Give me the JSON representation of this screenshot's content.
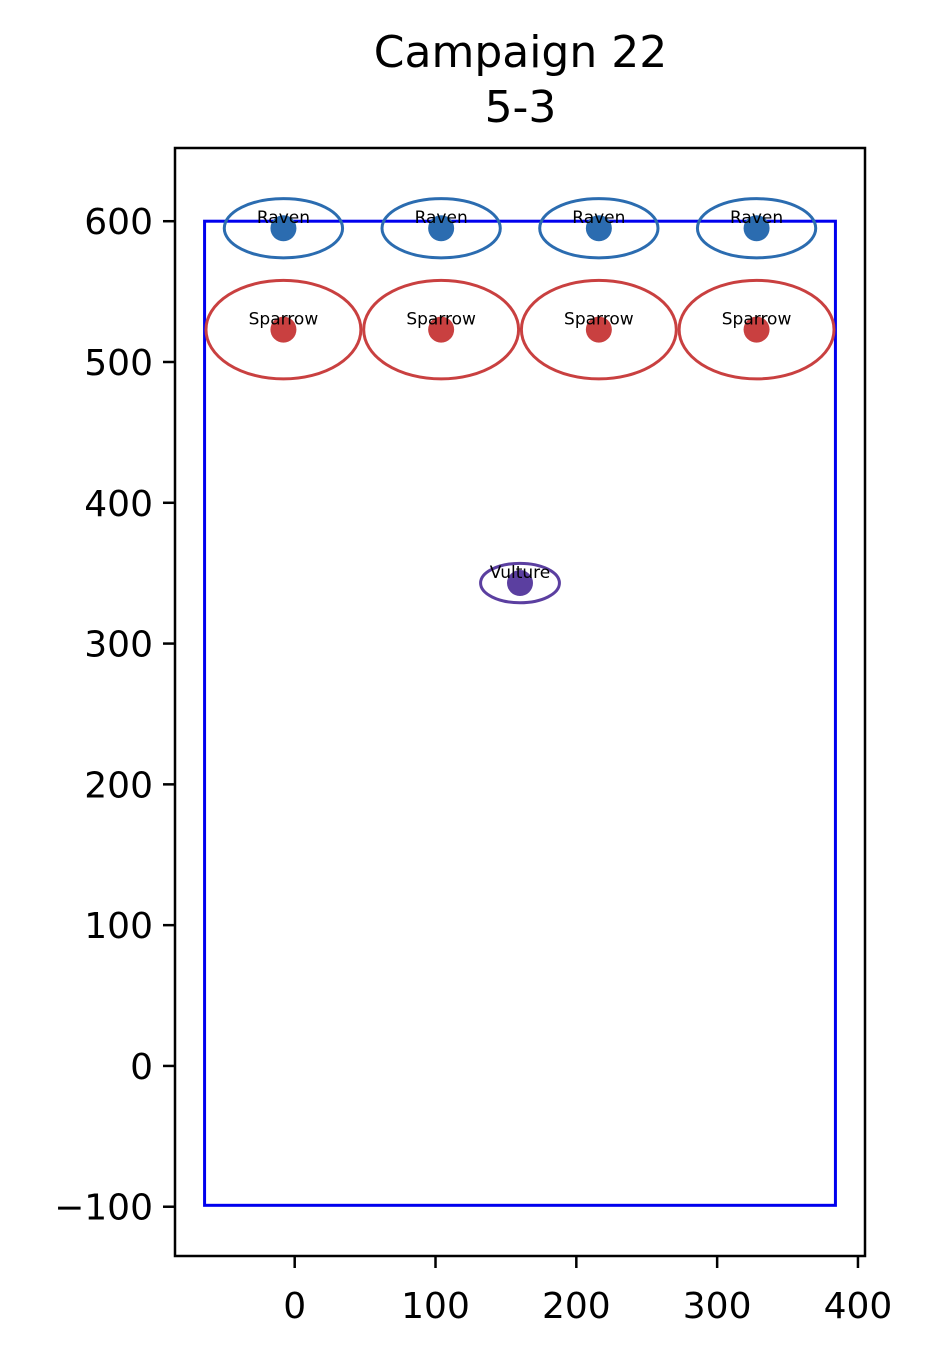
{
  "chart_data": {
    "type": "scatter",
    "title": "Campaign 22",
    "subtitle": "5-3",
    "xlim": [
      -85,
      405
    ],
    "ylim": [
      -135,
      652
    ],
    "xticks": [
      0,
      100,
      200,
      300,
      400
    ],
    "yticks": [
      -100,
      0,
      100,
      200,
      300,
      400,
      500,
      600
    ],
    "xtick_labels": [
      "0",
      "100",
      "200",
      "300",
      "400"
    ],
    "ytick_labels": [
      "−100",
      "0",
      "100",
      "200",
      "300",
      "400",
      "500",
      "600"
    ],
    "grid": false,
    "boundary": {
      "x_min": -64,
      "x_max": 384,
      "y_min": -99,
      "y_max": 600,
      "color": "#0000ee"
    },
    "points": [
      {
        "label": "Raven",
        "x": -8,
        "y": 595,
        "rx": 42,
        "ry": 21,
        "color": "#2b6cb0"
      },
      {
        "label": "Raven",
        "x": 104,
        "y": 595,
        "rx": 42,
        "ry": 21,
        "color": "#2b6cb0"
      },
      {
        "label": "Raven",
        "x": 216,
        "y": 595,
        "rx": 42,
        "ry": 21,
        "color": "#2b6cb0"
      },
      {
        "label": "Raven",
        "x": 328,
        "y": 595,
        "rx": 42,
        "ry": 21,
        "color": "#2b6cb0"
      },
      {
        "label": "Sparrow",
        "x": -8,
        "y": 523,
        "rx": 55,
        "ry": 35,
        "color": "#c94040"
      },
      {
        "label": "Sparrow",
        "x": 104,
        "y": 523,
        "rx": 55,
        "ry": 35,
        "color": "#c94040"
      },
      {
        "label": "Sparrow",
        "x": 216,
        "y": 523,
        "rx": 55,
        "ry": 35,
        "color": "#c94040"
      },
      {
        "label": "Sparrow",
        "x": 328,
        "y": 523,
        "rx": 55,
        "ry": 35,
        "color": "#c94040"
      },
      {
        "label": "Vulture",
        "x": 160,
        "y": 343,
        "rx": 28,
        "ry": 14,
        "color": "#5b3fa0"
      }
    ]
  }
}
